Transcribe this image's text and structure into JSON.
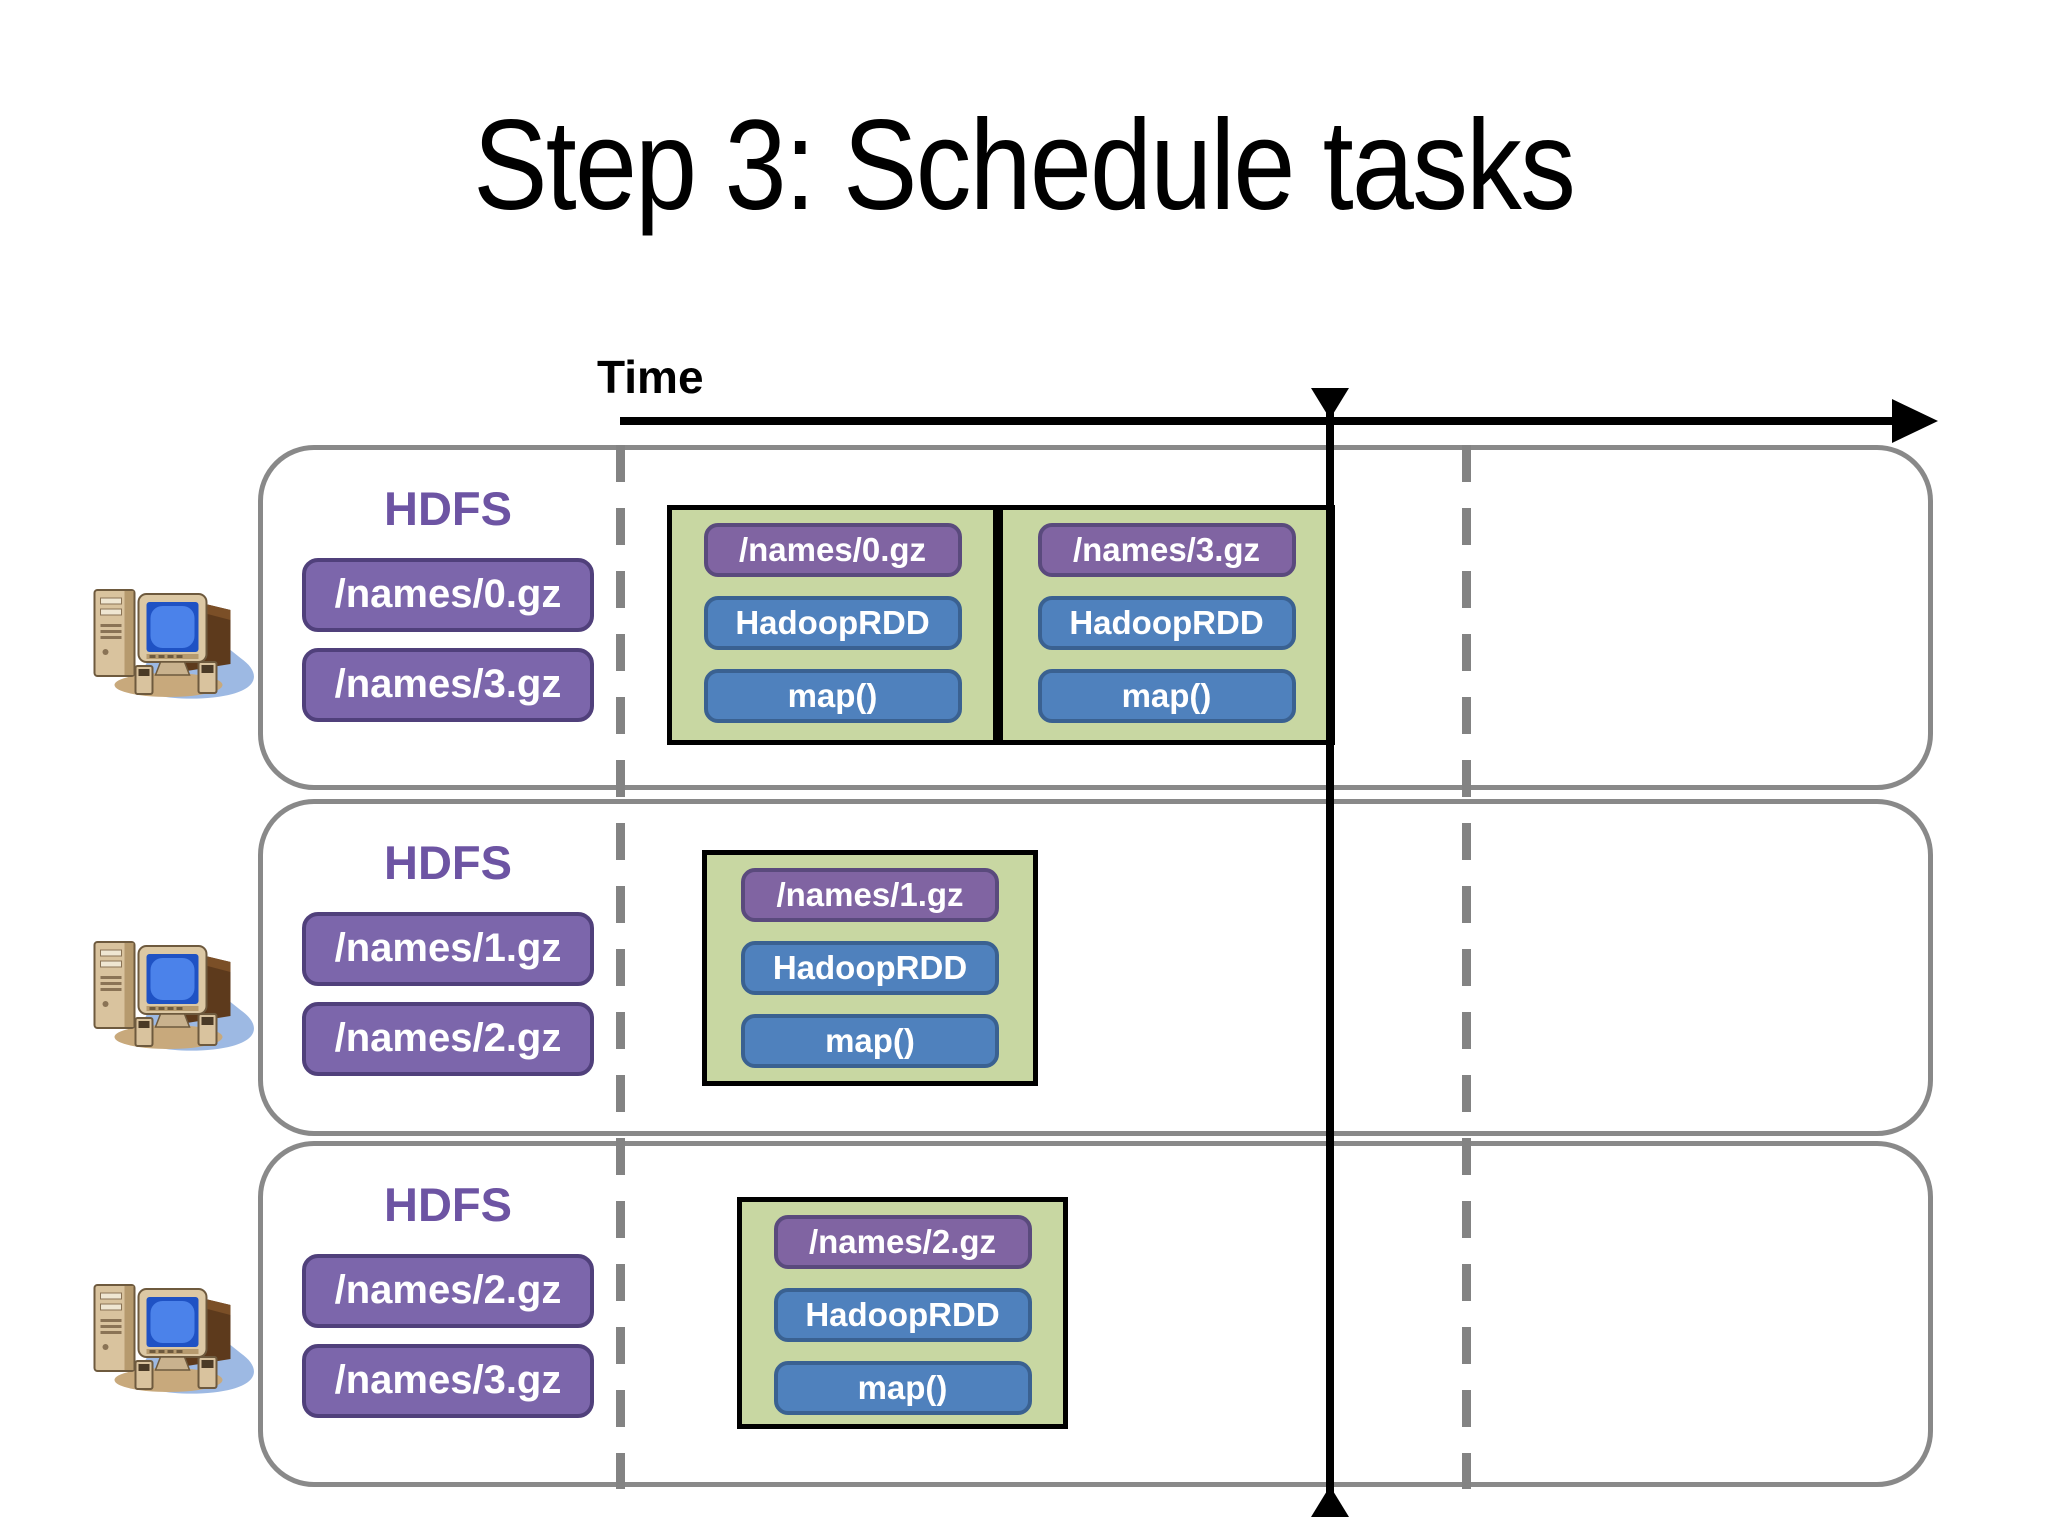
{
  "title": "Step 3: Schedule tasks",
  "time_axis": {
    "label": "Time"
  },
  "colors": {
    "hdfs_text": "#6d54a3",
    "file_pill_fill": "#7c66ab",
    "file_pill_border": "#50407b",
    "task_label_fill": "#8064a2",
    "task_label_border": "#5a4a7d",
    "stage_fill": "#4f81bd",
    "stage_border": "#3a6191",
    "task_group_fill": "#c8d7a2",
    "task_group_border": "#000000",
    "machine_border": "#898989",
    "axis_color": "#000000",
    "dashed_line_color": "#838383"
  },
  "machines": [
    {
      "hdfs": "HDFS",
      "files": [
        "/names/0.gz",
        "/names/3.gz"
      ],
      "tasks": [
        {
          "file": "/names/0.gz",
          "rdd": "HadoopRDD",
          "op": "map()"
        },
        {
          "file": "/names/3.gz",
          "rdd": "HadoopRDD",
          "op": "map()"
        }
      ]
    },
    {
      "hdfs": "HDFS",
      "files": [
        "/names/1.gz",
        "/names/2.gz"
      ],
      "tasks": [
        {
          "file": "/names/1.gz",
          "rdd": "HadoopRDD",
          "op": "map()"
        }
      ]
    },
    {
      "hdfs": "HDFS",
      "files": [
        "/names/2.gz",
        "/names/3.gz"
      ],
      "tasks": [
        {
          "file": "/names/2.gz",
          "rdd": "HadoopRDD",
          "op": "map()"
        }
      ]
    }
  ]
}
